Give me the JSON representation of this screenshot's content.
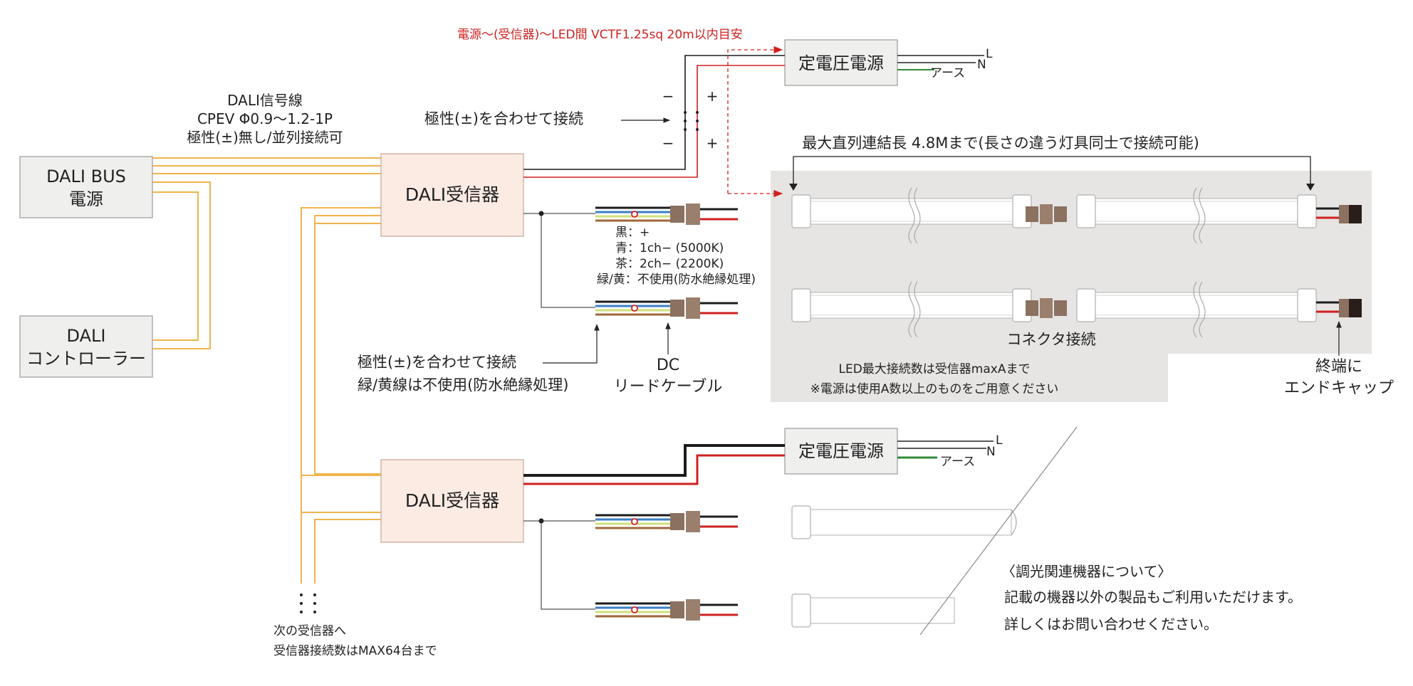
{
  "colors": {
    "dali_signal": "#f0b44c",
    "positive": "#d02020",
    "negative": "#1c1c1c",
    "annotation_red": "#d02020",
    "ch1_blue": "#3b7fc4",
    "ch2_brown": "#a0673a",
    "earth_green": "#2f8a3a",
    "receiver_fill": "#fcebe3",
    "panel_fill": "#e6e5e3"
  },
  "labels": {
    "bus_line1": "DALI BUS",
    "bus_line2": "電源",
    "ctrl_line1": "DALI",
    "ctrl_line2": "コントローラー",
    "signal_line1": "DALI信号線",
    "signal_line2": "CPEV Φ0.9〜1.2-1P",
    "signal_line3": "極性(±)無し/並列接続可",
    "receiver": "DALI受信器",
    "psu": "定電圧電源",
    "psu_top_note": "電源〜(受信器)〜LED間  VCTF1.25sq 20m以内目安",
    "polarity_note": "極性(±)を合わせて接続",
    "minus": "−",
    "plus": "+",
    "L": "L",
    "N": "N",
    "earth": "アース",
    "max_length": "最大直列連結長 4.8Mまで(長さの違う灯具同士で接続可能)",
    "legend_black": "黒：+",
    "legend_blue": "青：1ch− (5000K)",
    "legend_brown": "茶：2ch− (2200K)",
    "legend_green": "緑/黄：不使用(防水絶縁処理)",
    "polarity_note2_line1": "極性(±)を合わせて接続",
    "polarity_note2_line2": "緑/黄線は不使用(防水絶縁処理)",
    "dc_line1": "DC",
    "dc_line2": "リードケーブル",
    "connector": "コネクタ接続",
    "led_max_line1": "LED最大接続数は受信器maxAまで",
    "led_max_line2": "※電源は使用A数以上のものをご用意ください",
    "endcap_line1": "終端に",
    "endcap_line2": "エンドキャップ",
    "next_line1": "次の受信器へ",
    "next_line2": "受信器接続数はMAX64台まで",
    "about_title": "〈調光関連機器について〉",
    "about_line1": "記載の機器以外の製品もご利用いただけます。",
    "about_line2": "詳しくはお問い合わせください。"
  }
}
